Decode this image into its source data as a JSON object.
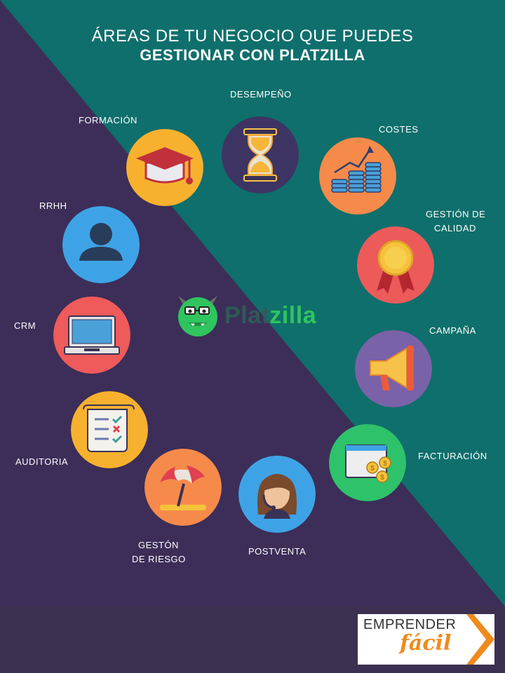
{
  "title_line1": "ÁREAS DE TU NEGOCIO QUE PUEDES",
  "title_line2": "GESTIONAR CON PLATZILLA",
  "labels": {
    "desempeno": "DESEMPEÑO",
    "formacion": "FORMACIÓN",
    "costes": "COSTES",
    "calidad_1": "GESTIÓN DE",
    "calidad_2": "CALIDAD",
    "rrhh": "RRHH",
    "crm": "CRM",
    "campana": "CAMPAÑA",
    "facturacion": "FACTURACIÓN",
    "auditoria": "AUDITORIA",
    "riesgo_1": "GESTÓN",
    "riesgo_2": "DE RIESGO",
    "postventa": "POSTVENTA"
  },
  "brand": {
    "part1": "Plat",
    "part2": "zilla"
  },
  "badge": {
    "top": "EMPRENDER",
    "bottom": "fácil"
  },
  "icons": [
    "hourglass-icon",
    "graduation-cap-icon",
    "coins-chart-icon",
    "award-ribbon-icon",
    "user-icon",
    "laptop-icon",
    "megaphone-icon",
    "invoice-coins-icon",
    "checklist-icon",
    "beach-umbrella-icon",
    "support-agent-icon",
    "monster-logo-icon"
  ],
  "colors": {
    "teal": "#0f6f6c",
    "purple": "#3c2e58",
    "accent": "#f08a1c"
  }
}
